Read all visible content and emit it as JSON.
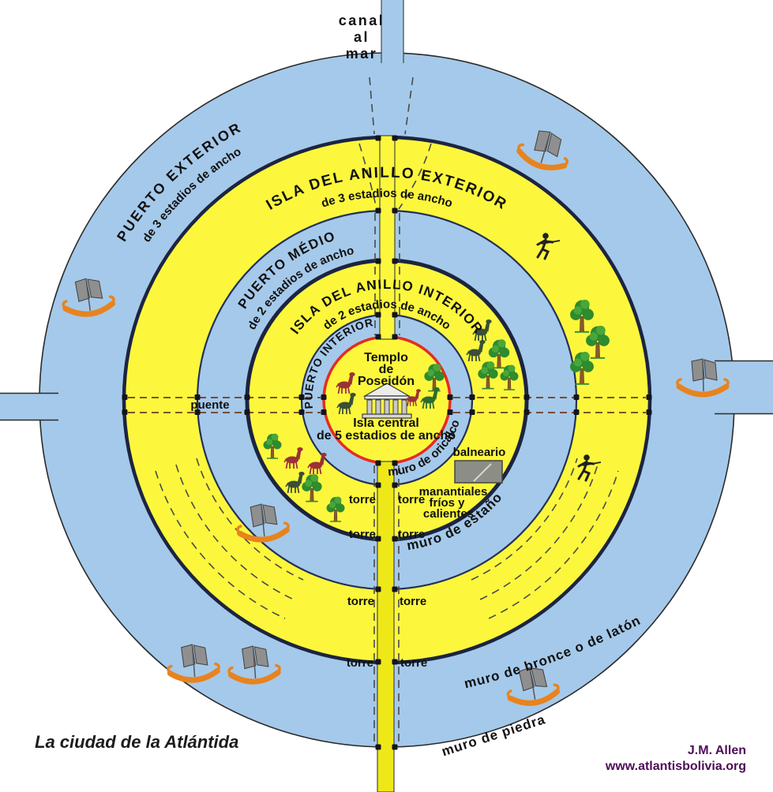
{
  "title": "La ciudad de la Atlántida",
  "credit": {
    "author": "J.M. Allen",
    "website": "www.atlantisbolivia.org"
  },
  "colors": {
    "background": "#ffffff",
    "water": "#a5c9ea",
    "land": "#fcf73c",
    "canal_land": "#eee819",
    "wall_dark": "#1c2440",
    "wall_red": "#e52b20",
    "dash_brown": "#713a1e",
    "boat_hull": "#e8831d",
    "sail": "#8f8f8f",
    "tree": "#2e8b2e",
    "trunk": "#8a5a2a",
    "llama": "#9c3136",
    "animal_dark": "#3a4f35",
    "credit": "#4d0c57"
  },
  "labels": {
    "canal_to_sea": [
      "canal",
      "al",
      "mar"
    ],
    "outer_harbour_name": "PUERTO EXTERIOR",
    "outer_harbour_width": "de 3 estadios de ancho",
    "outer_island_name": "ISLA DEL ANILLO EXTERIOR",
    "outer_island_width": "de 3 estadios de ancho",
    "middle_harbour_name": "PUERTO MÉDIO",
    "middle_harbour_width": "de 2 estadios de ancho",
    "inner_island_name": "ISLA DEL ANILLO INTERIOR",
    "inner_island_width": "de 2 estadios de ancho",
    "inner_harbour_name": "PUERTO INTERIOR",
    "temple": [
      "Templo",
      "de",
      "Poseidón"
    ],
    "central_island": [
      "Isla central",
      "de 5 estadios de ancho"
    ],
    "wall_orichalcum": "muro de oricalco",
    "wall_tin": "muro de estaño",
    "wall_bronze": "muro de bronce o de latón",
    "wall_stone": "muro de piedra",
    "tower": "torre",
    "bridge": "puente",
    "baths": "balneario",
    "springs": [
      "manantiales",
      "fríos y",
      "calientes"
    ]
  },
  "icons": {
    "boat": "reed-boat-icon",
    "tree": "tree-icon",
    "llama": "llama-icon",
    "person": "person-icon",
    "temple": "temple-icon",
    "baths": "baths-building-icon"
  }
}
